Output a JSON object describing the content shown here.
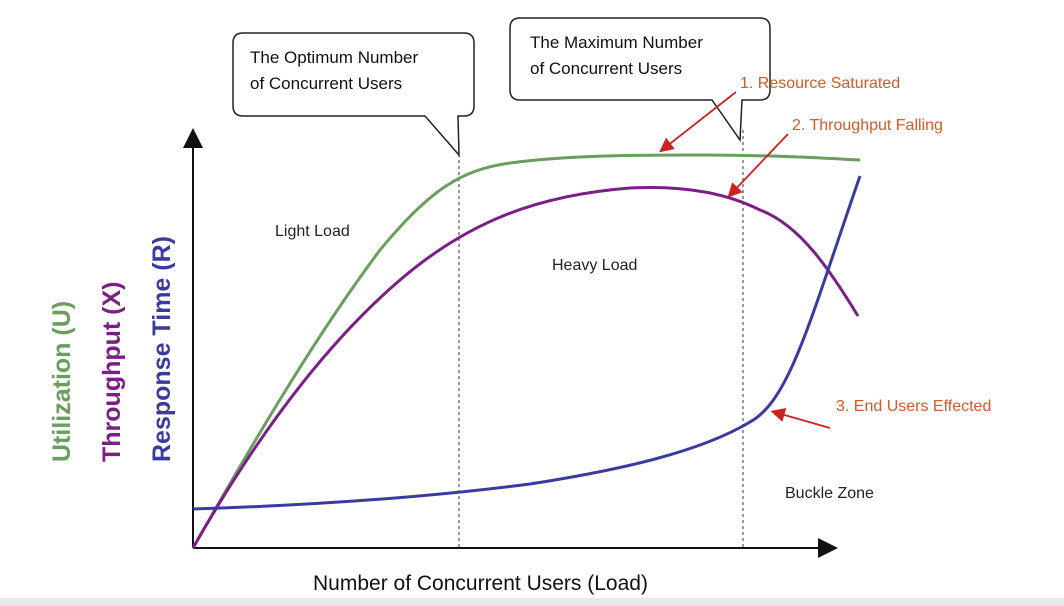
{
  "callouts": {
    "optimum": {
      "line1": "The Optimum Number",
      "line2": "of Concurrent Users"
    },
    "maximum": {
      "line1": "The  Maximum  Number",
      "line2": "of Concurrent Users"
    }
  },
  "zones": {
    "light": "Light Load",
    "heavy": "Heavy Load",
    "buckle": "Buckle Zone"
  },
  "notes": {
    "resource": "1. Resource Saturated",
    "throughput": "2. Throughput Falling",
    "endusers": "3. End Users Effected"
  },
  "axes": {
    "y_utilization": "Utilization (U)",
    "y_throughput": "Throughput (X)",
    "y_response": "Response Time (R)",
    "x": "Number of  Concurrent Users (Load)"
  },
  "colors": {
    "utilization": "#6a9e5c",
    "throughput": "#7b1f86",
    "response": "#3a3aa0",
    "notes": "#d35a2a",
    "arrows": "#cc2222",
    "axis": "#111111"
  }
}
